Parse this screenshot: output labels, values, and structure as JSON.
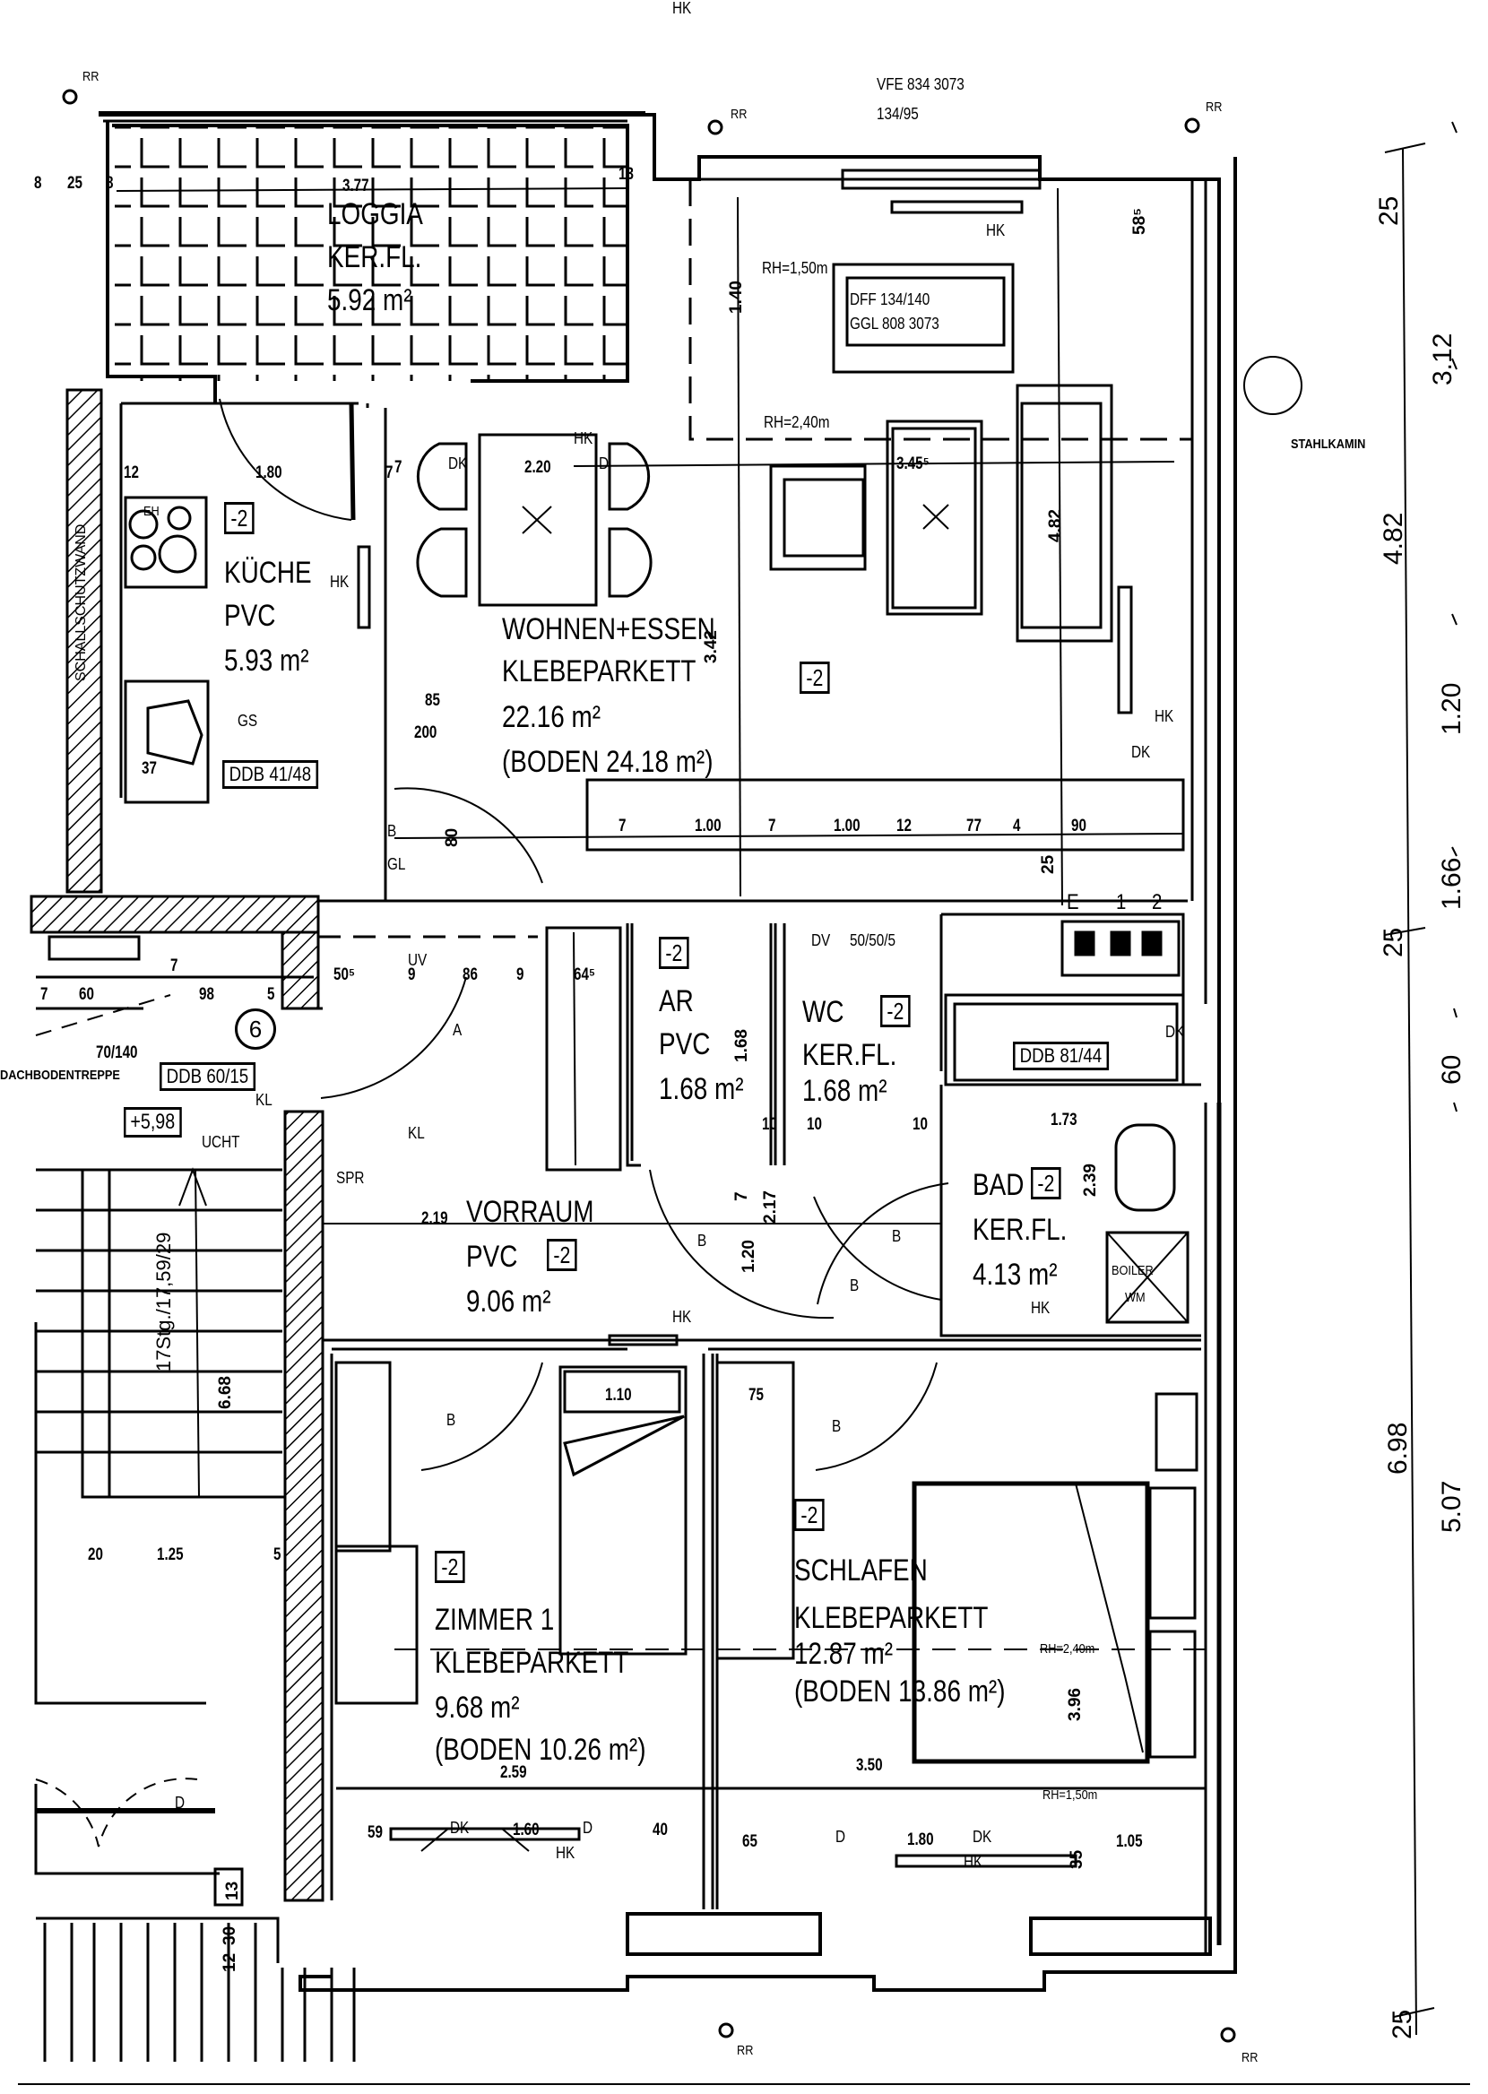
{
  "header": {
    "plan_ref_1": "VFE 834 3073",
    "plan_ref_2": "134/95",
    "rr": "RR"
  },
  "rooms": {
    "loggia": {
      "name": "LOGGIA",
      "floor": "KER.FL.",
      "area": "5.92 m²",
      "dim": "3.77"
    },
    "kueche": {
      "name": "KÜCHE",
      "floor": "PVC",
      "area": "5.93 m²",
      "level": "-2"
    },
    "wohnen": {
      "name": "WOHNEN+ESSEN",
      "floor": "KLEBEPARKETT",
      "area": "22.16 m²",
      "boden": "(BODEN 24.18 m²)",
      "level": "-2"
    },
    "vorraum": {
      "name": "VORRAUM",
      "floor": "PVC",
      "area": "9.06 m²",
      "level": "-2",
      "dim": "2.19"
    },
    "ar": {
      "name": "AR",
      "floor": "PVC",
      "area": "1.68 m²",
      "level": "-2",
      "dim": "1.68"
    },
    "wc": {
      "name": "WC",
      "floor": "KER.FL.",
      "area": "1.68 m²",
      "level": "-2"
    },
    "bad": {
      "name": "BAD",
      "floor": "KER.FL.",
      "area": "4.13 m²",
      "level": "-2",
      "dim": "2.39",
      "width": "1.73"
    },
    "zimmer1": {
      "name": "ZIMMER 1",
      "floor": "KLEBEPARKETT",
      "area": "9.68 m²",
      "boden": "(BODEN 10.26 m²)",
      "level": "-2",
      "dim": "2.59"
    },
    "schlafen": {
      "name": "SCHLAFEN",
      "floor": "KLEBEPARKETT",
      "area": "12.87 m²",
      "boden": "(BODEN 13.86 m²)",
      "level": "-2",
      "dim": "3.50",
      "dim_v": "3.96"
    }
  },
  "annotations": {
    "skylight_1": "DFF 134/140",
    "skylight_2": "GGL 808 3073",
    "rh_150": "RH=1,50m",
    "rh_240": "RH=2,40m",
    "hk": "HK",
    "dk": "DK",
    "d": "D",
    "b": "B",
    "a": "A",
    "gl": "GL",
    "gs": "GS",
    "kl": "KL",
    "spr": "SPR",
    "uv": "UV",
    "dv": "DV",
    "eh": "EH",
    "boiler": "BOILER",
    "wm": "WM",
    "stahlkamin": "STAHLKAMIN",
    "schallschutz": "SCHALLSCHUTZWAND",
    "ddb_kueche": "DDB 41/48",
    "ddb_flur": "DDB 60/15",
    "ddb_bad": "DDB 81/44",
    "level_stair": "+5,98",
    "licht": "UCHT",
    "stair_note": "17Stg./17,59/29",
    "stair_dim": "6.68",
    "bodentreppe": "DACHBODENTREPPE",
    "bodentreppe_size": "70/140",
    "circle_6": "6",
    "meter_e": "E",
    "meter_1": "1",
    "meter_2": "2",
    "wc_note": "50/50/5",
    "door_85_200_top": "85",
    "door_85_200_bottom": "200"
  },
  "dimensions": {
    "top": [
      "8",
      "25",
      "8",
      "13"
    ],
    "kitchen": [
      "1.80",
      "12",
      "7",
      "37"
    ],
    "dining": [
      "2.20",
      "7"
    ],
    "living": [
      "3.45⁵",
      "4.82",
      "3.42",
      "1.40",
      "58⁵"
    ],
    "wardrobe": [
      "7",
      "1.00",
      "7",
      "1.00",
      "12",
      "77",
      "4",
      "90",
      "25"
    ],
    "flur": [
      "50⁵",
      "9",
      "86",
      "9",
      "64⁵",
      "80",
      "7",
      "1.20",
      "2.17",
      "10",
      "10",
      "10",
      "7",
      "60",
      "98",
      "5",
      "7"
    ],
    "stair": [
      "20",
      "1.25",
      "5"
    ],
    "bedrooms": [
      "1.10",
      "75",
      "59",
      "1.60",
      "40",
      "65",
      "1.80",
      "1.05",
      "35",
      "13",
      "30",
      "12"
    ],
    "right_outer": [
      "25",
      "4.82",
      "25",
      "6.98"
    ],
    "right_inner": [
      "3.12",
      "1.20",
      "1.66",
      "60",
      "5.07"
    ]
  }
}
